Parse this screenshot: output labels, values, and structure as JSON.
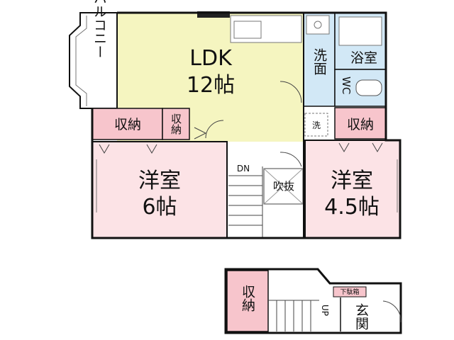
{
  "floor_plan": {
    "rooms": {
      "ldk": {
        "name": "LDK",
        "size": "12帖"
      },
      "western_left": {
        "name": "洋室",
        "size": "6帖"
      },
      "western_right": {
        "name": "洋室",
        "size": "4.5帖"
      },
      "balcony": {
        "name": "バルコニー"
      },
      "storage_left": {
        "name": "収納"
      },
      "storage_small": {
        "name": "収納"
      },
      "storage_right": {
        "name": "収納"
      },
      "storage_lower": {
        "name": "収納"
      },
      "washroom": {
        "name": "洗面"
      },
      "bath": {
        "name": "浴室"
      },
      "wc": {
        "name": "WC"
      },
      "washer": {
        "name": "洗"
      },
      "void": {
        "name": "吹抜"
      },
      "shoe_box": {
        "name": "下駄箱"
      },
      "entrance": {
        "name": "玄関"
      }
    },
    "stairs": {
      "down": "DN",
      "up": "UP"
    },
    "colors": {
      "ldk": "#f5f5c0",
      "western": "#fce3e6",
      "storage": "#f7c5cc",
      "wet_area": "#d2e8f6",
      "wall": "#111111"
    }
  }
}
